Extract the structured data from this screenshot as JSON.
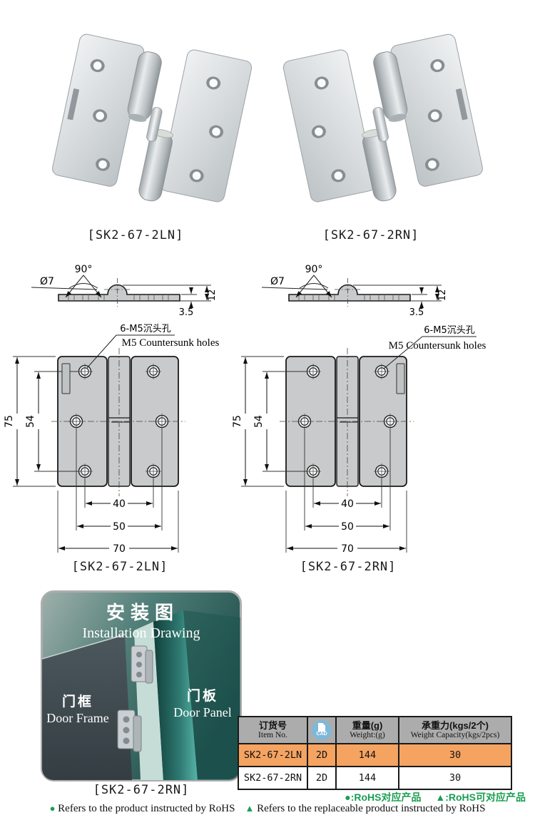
{
  "labels": {
    "ln": "[SK2-67-2LN]",
    "rn": "[SK2-67-2RN]"
  },
  "side_view": {
    "angle": "90°",
    "diameter": "Ø7",
    "knuckle_height": "12",
    "plate_thickness": "3.5"
  },
  "hole_note": {
    "cn": "6-M5沉头孔",
    "en": "M5 Countersunk holes"
  },
  "front_view_dims": {
    "height": "75",
    "hole_span_v": "54",
    "hole_span_h_inner": "40",
    "hole_span_h_outer": "50",
    "width": "70"
  },
  "installation": {
    "title_cn": "安装图",
    "title_en": "Installation Drawing",
    "door_frame_cn": "门框",
    "door_frame_en": "Door Frame",
    "door_panel_cn": "门板",
    "door_panel_en": "Door Panel"
  },
  "table": {
    "header": {
      "item_cn": "订货号",
      "item_en": "Item No.",
      "cad_icon": "CAD",
      "weight_cn": "重量(g)",
      "weight_en": "Weight:(g)",
      "capacity_cn": "承重力(kgs/2个)",
      "capacity_en": "Weight Capacity(kgs/2pcs)"
    },
    "rows": [
      {
        "item": "SK2-67-2LN",
        "cad": "2D",
        "weight": "144",
        "capacity": "30"
      },
      {
        "item": "SK2-67-2RN",
        "cad": "2D",
        "weight": "144",
        "capacity": "30"
      }
    ]
  },
  "legend": {
    "circle_item": "●:RoHS对应产品",
    "triangle_item": "▲:RoHS可对应产品"
  },
  "footer": {
    "circle": "●",
    "circle_text": " Refers to the product instructed by RoHS",
    "triangle": "▲",
    "triangle_text": " Refers to the replaceable product instructed by RoHS"
  },
  "colors": {
    "highlight_row": "#F4A361",
    "table_header_gray": "#ACACAC",
    "rohs_green": "#1A9E50",
    "cad_icon_blue": "#7FB8D8",
    "drawing_gray": "#C8CACB",
    "teal_dark": "#1C4A47",
    "teal_mid": "#2E6E68"
  }
}
